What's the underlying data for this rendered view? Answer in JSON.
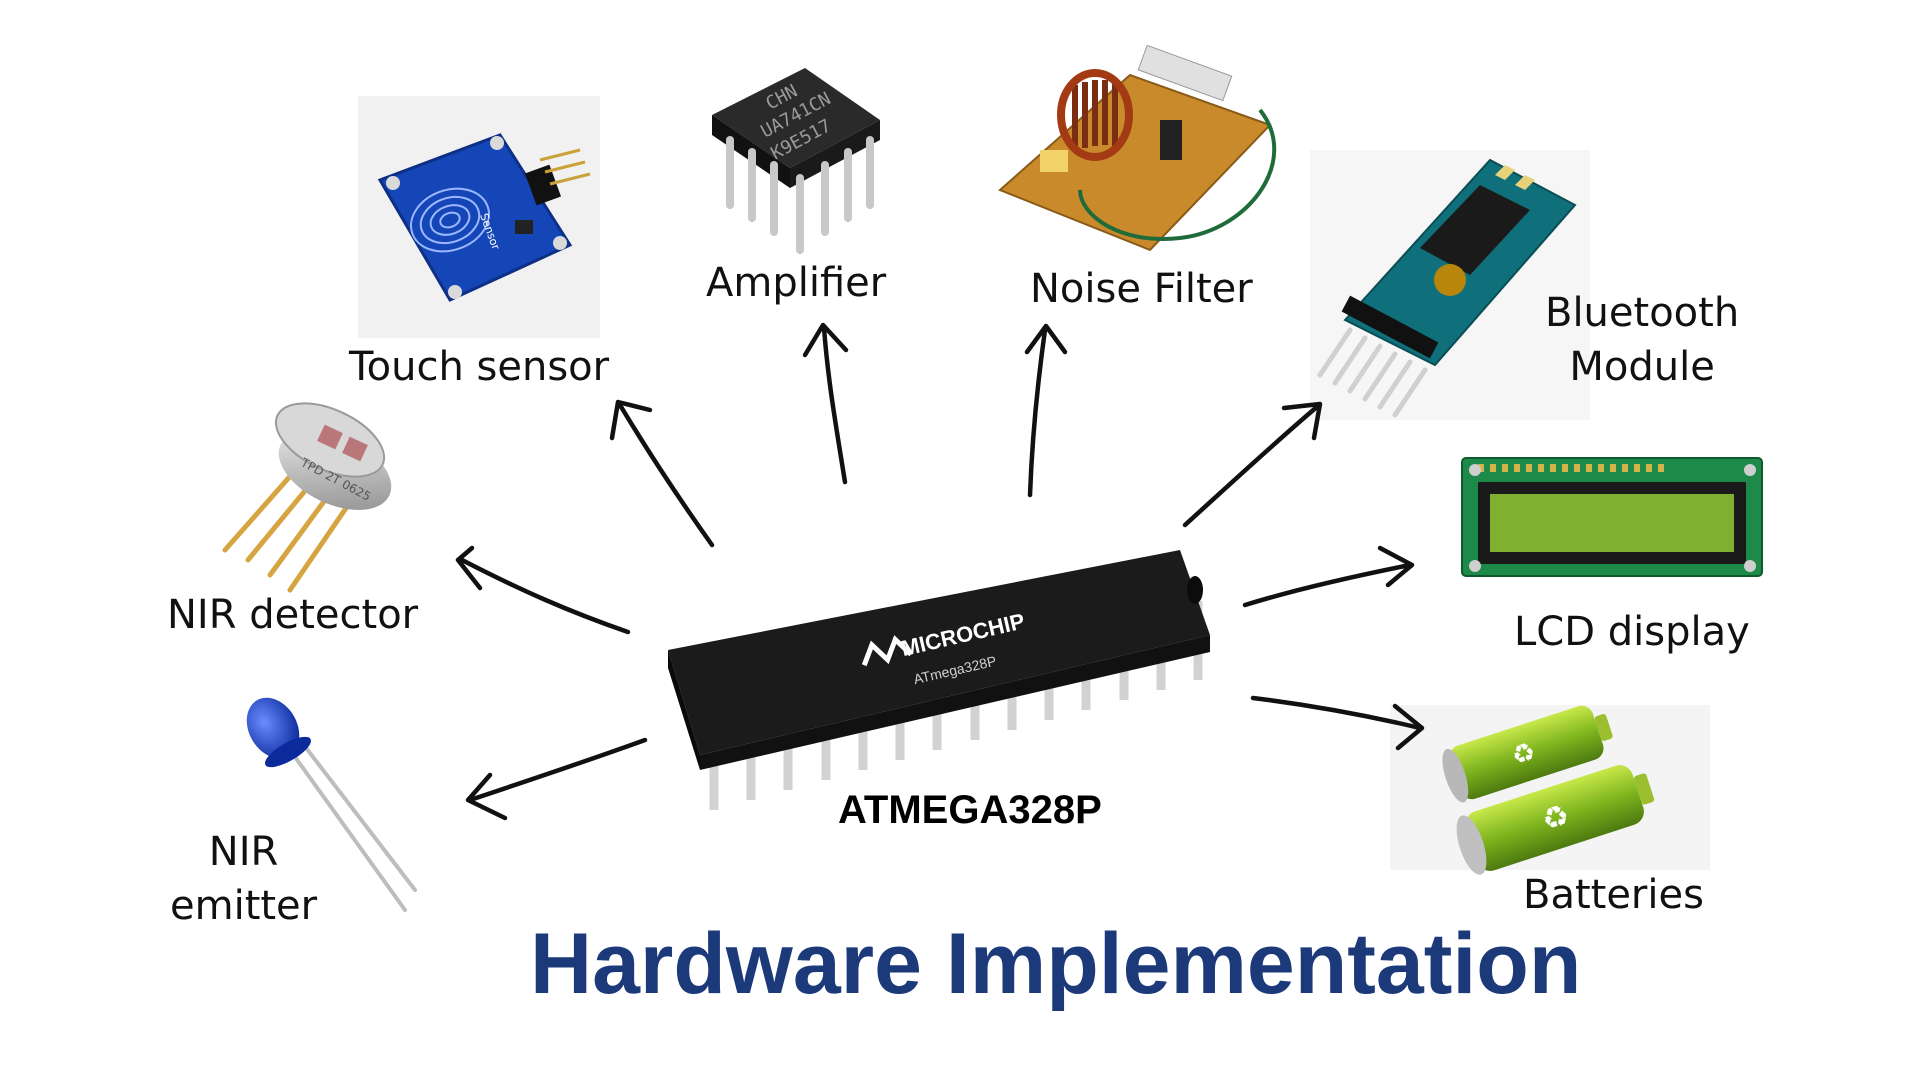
{
  "title": "Hardware Implementation",
  "colors": {
    "title": "#1c3a7a",
    "arrow": "#111111"
  },
  "center": {
    "label": "ATMEGA328P",
    "brand": "MICROCHIP",
    "part": "ATmega328P"
  },
  "components": [
    {
      "id": "touch-sensor",
      "label": "Touch sensor"
    },
    {
      "id": "amplifier",
      "label": "Amplifier",
      "marking": [
        "CHN",
        "UA741CN",
        "K9E517"
      ]
    },
    {
      "id": "noise-filter",
      "label": "Noise Filter"
    },
    {
      "id": "bluetooth-module",
      "label_lines": [
        "Bluetooth",
        "Module"
      ]
    },
    {
      "id": "nir-detector",
      "label": "NIR detector",
      "marking": "TPD 2T 0625"
    },
    {
      "id": "lcd-display",
      "label": "LCD display"
    },
    {
      "id": "nir-emitter",
      "label_lines": [
        "NIR",
        "emitter"
      ]
    },
    {
      "id": "batteries",
      "label": "Batteries"
    }
  ],
  "touch_sensor_marking": "Sensor"
}
